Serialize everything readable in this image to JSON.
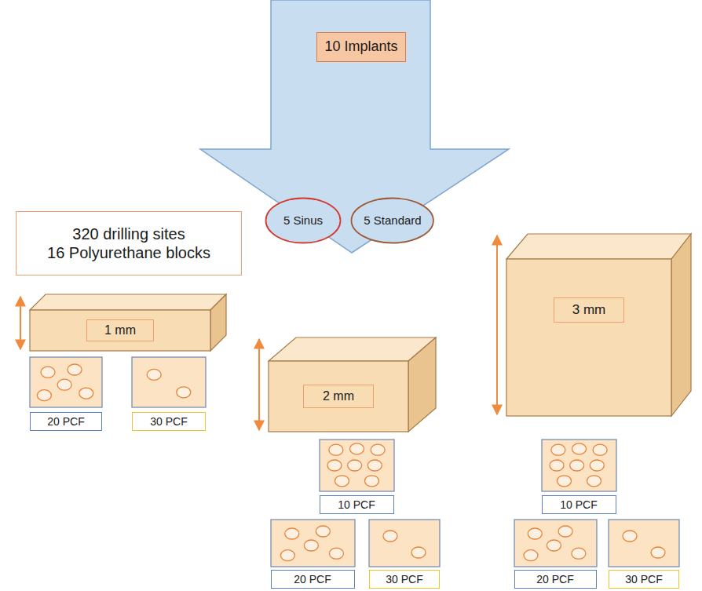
{
  "diagram": {
    "nodes": [
      {
        "text": [
          "10 Implants"
        ]
      },
      {
        "text": [
          "5 Sinus"
        ]
      },
      {
        "text": [
          "5 Standard"
        ]
      },
      {
        "text": [
          "320 drilling sites",
          "16 Polyurethane blocks"
        ]
      },
      {
        "text": [
          "1 mm"
        ]
      },
      {
        "text": [
          "20 PCF"
        ]
      },
      {
        "text": [
          "30 PCF"
        ]
      },
      {
        "text": [
          "2 mm"
        ]
      },
      {
        "text": [
          "10 PCF"
        ]
      },
      {
        "text": [
          "20 PCF"
        ]
      },
      {
        "text": [
          "30 PCF"
        ]
      },
      {
        "text": [
          "3 mm"
        ]
      },
      {
        "text": [
          "10 PCF"
        ]
      },
      {
        "text": [
          "20 PCF"
        ]
      },
      {
        "text": [
          "30 PCF"
        ]
      }
    ]
  }
}
